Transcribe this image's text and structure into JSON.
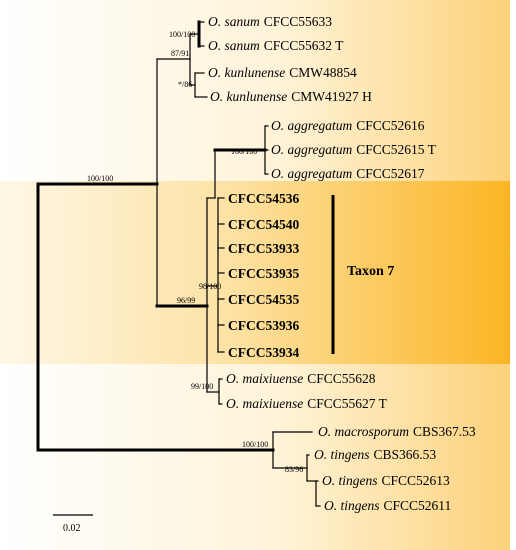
{
  "taxa": [
    {
      "species": "O. sanum",
      "strain": "CFCC55633"
    },
    {
      "species": "O. sanum",
      "strain": "CFCC55632 T"
    },
    {
      "species": "O. kunlunense",
      "strain": "CMW48854"
    },
    {
      "species": "O. kunlunense",
      "strain": "CMW41927 H"
    },
    {
      "species": "O. aggregatum",
      "strain": "CFCC52616"
    },
    {
      "species": "O. aggregatum",
      "strain": "CFCC52615 T"
    },
    {
      "species": "O. aggregatum",
      "strain": "CFCC52617"
    },
    {
      "species": "",
      "strain": "CFCC54536"
    },
    {
      "species": "",
      "strain": "CFCC54540"
    },
    {
      "species": "",
      "strain": "CFCC53933"
    },
    {
      "species": "",
      "strain": "CFCC53935"
    },
    {
      "species": "",
      "strain": "CFCC54535"
    },
    {
      "species": "",
      "strain": "CFCC53936"
    },
    {
      "species": "",
      "strain": "CFCC53934"
    },
    {
      "species": "O. maixiuense",
      "strain": "CFCC55628"
    },
    {
      "species": "O. maixiuense",
      "strain": "CFCC55627 T"
    },
    {
      "species": "O. macrosporum",
      "strain": "CBS367.53"
    },
    {
      "species": "O. tingens",
      "strain": "CBS366.53"
    },
    {
      "species": "O. tingens",
      "strain": "CFCC52613"
    },
    {
      "species": "O. tingens",
      "strain": "CFCC52611"
    }
  ],
  "supports": {
    "sanum": "100/100",
    "sanum_kunlunense": "87/91",
    "kunlunense": "*/86",
    "aggregatum": "100/100",
    "root_upper": "100/100",
    "taxon7": "98/100",
    "taxon7_maixiuense": "96/99",
    "maixiuense": "99/100",
    "lower_clade": "100/100",
    "tingens": "83/96"
  },
  "clade_label": "Taxon 7",
  "scale_bar": "0.02",
  "colors": {
    "highlight": "#fbb82c",
    "background_light": "#fff6e0",
    "branch": "#000000"
  }
}
